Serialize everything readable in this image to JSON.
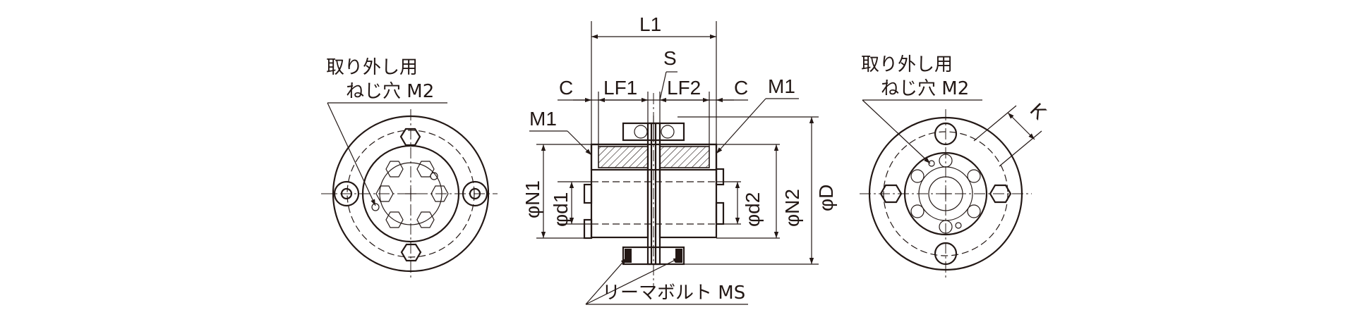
{
  "left_view": {
    "callout_line1": "取り外し用",
    "callout_line2": "ねじ穴 M2"
  },
  "center_view": {
    "dims": {
      "L1": "L1",
      "S": "S",
      "C_left": "C",
      "LF1": "LF1",
      "LF2": "LF2",
      "C_right": "C",
      "M1_left": "M1",
      "M1_right": "M1",
      "N1": "φN1",
      "d1": "φd1",
      "d2": "φd2",
      "N2": "φN2",
      "D": "φD"
    },
    "bolt_label": "リーマボルト MS"
  },
  "right_view": {
    "callout_line1": "取り外し用",
    "callout_line2": "ねじ穴 M2",
    "dim_K": "K"
  }
}
